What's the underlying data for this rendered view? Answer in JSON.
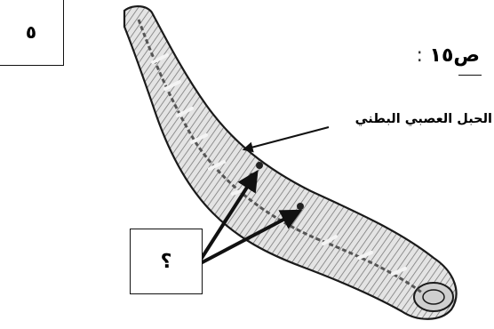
{
  "corner_box": {
    "text": "٥"
  },
  "page_ref": {
    "colon": ":",
    "text": "ص١٥"
  },
  "labels": {
    "ventral_nerve_cord": "الحبل العصبي البطني"
  },
  "question_box": {
    "text": "؟"
  },
  "colors": {
    "ink": "#111111",
    "worm_fill": "#d9d9d9",
    "worm_outline": "#1a1a1a"
  }
}
